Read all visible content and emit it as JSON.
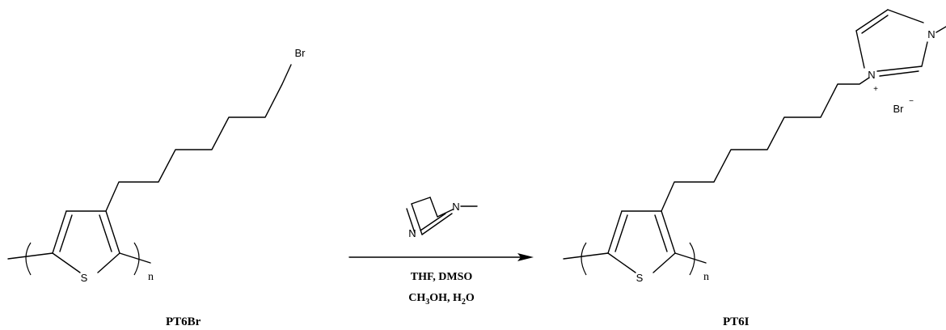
{
  "reactant": {
    "name": "PT6Br",
    "atoms": {
      "sulfur": "S",
      "bromine": "Br"
    },
    "repeat_index": "n"
  },
  "reagent": {
    "atoms": {
      "n1": "N",
      "n2": "N"
    }
  },
  "conditions": {
    "line1": "THF, DMSO",
    "line2_a": "CH",
    "line2_a_sub": "3",
    "line2_b": "OH, H",
    "line2_b_sub": "2",
    "line2_c": "O"
  },
  "product": {
    "name": "PT6I",
    "atoms": {
      "sulfur": "S",
      "n_methyl": "N",
      "n_cation": "N",
      "cation_charge": "+",
      "counterion": "Br",
      "counterion_charge": "−"
    },
    "repeat_index": "n"
  }
}
